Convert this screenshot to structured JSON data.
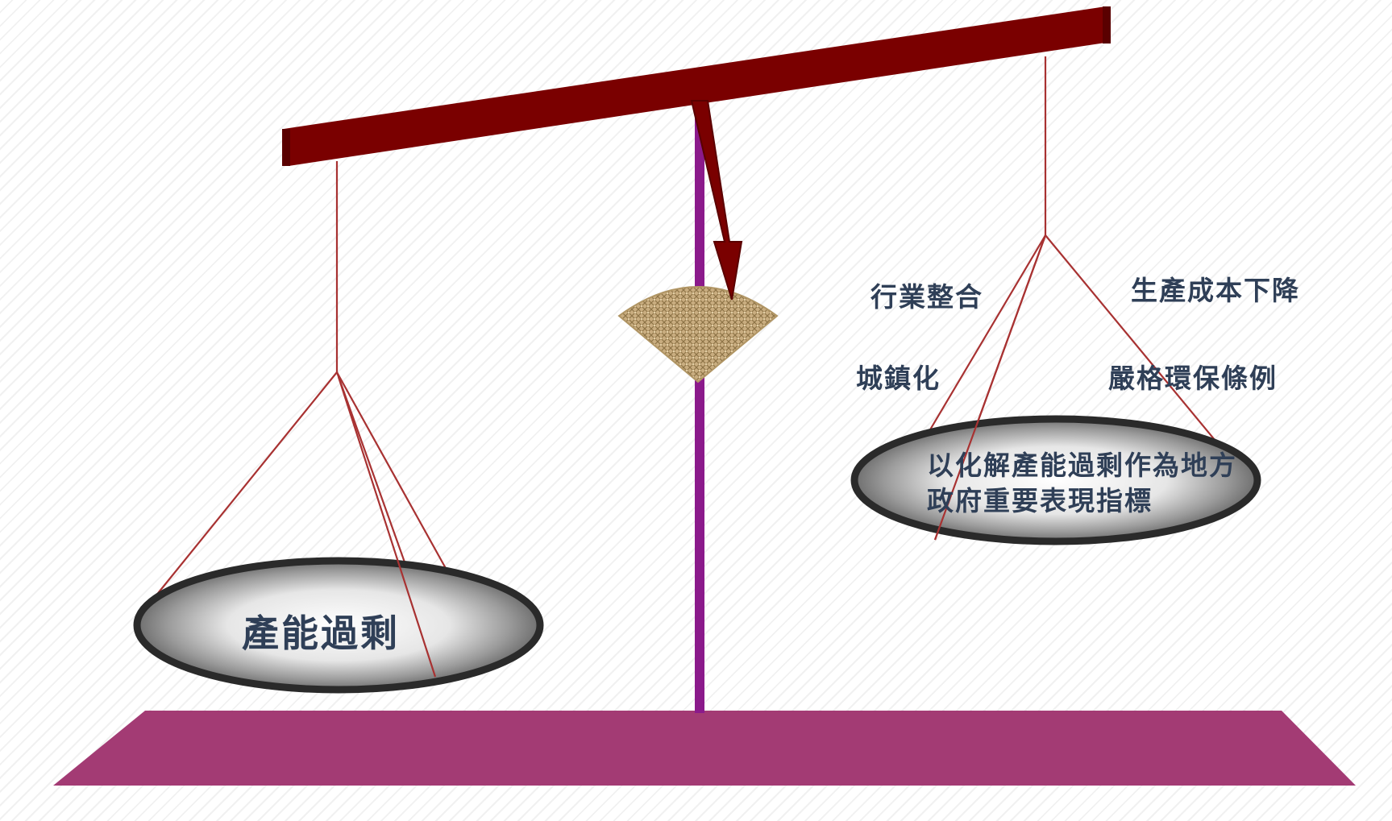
{
  "left_pan": {
    "label": "產能過剩"
  },
  "right_pan": {
    "label_line1": "以化解產能過剩作為地方",
    "label_line2": "政府重要表現指標"
  },
  "right_factors": {
    "f1": "行業整合",
    "f2": "生產成本下降",
    "f3": "城鎮化",
    "f4": "嚴格環保條例"
  },
  "colors": {
    "beam": "#7a0000",
    "post": "#8b1a8b",
    "base": "#a33b74",
    "string": "#a83232",
    "text": "#2f3f57",
    "weight": "#c2a67a"
  }
}
